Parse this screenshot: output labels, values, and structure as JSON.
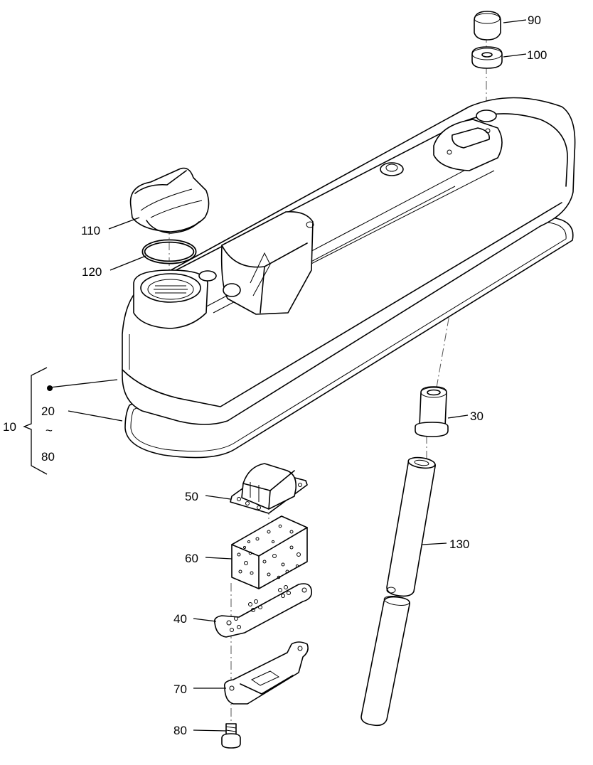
{
  "callouts": {
    "p90": "90",
    "p100": "100",
    "p110": "110",
    "p120": "120",
    "p10": "10",
    "p20": "20",
    "p80_range": "80",
    "p30": "30",
    "p50": "50",
    "p60": "60",
    "p40": "40",
    "p70": "70",
    "p80": "80",
    "p130": "130"
  },
  "range_symbol": "~"
}
